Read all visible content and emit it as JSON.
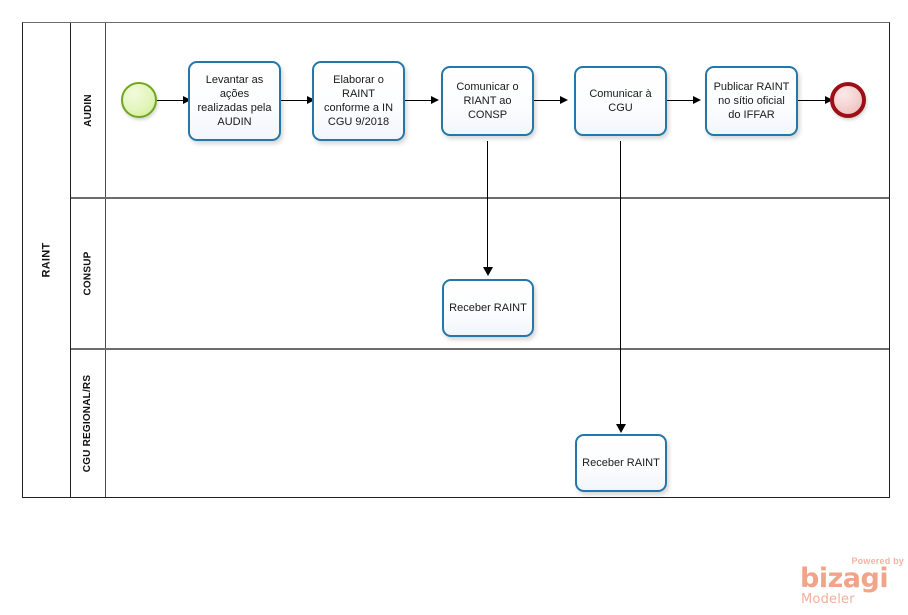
{
  "pool": {
    "label": "RAINT"
  },
  "lanes": [
    {
      "id": "audin",
      "label": "AUDIN"
    },
    {
      "id": "consup",
      "label": "CONSUP"
    },
    {
      "id": "cgu",
      "label": "CGU REGIONAL/RS"
    }
  ],
  "events": {
    "start": {
      "name": "start-event",
      "type": "start"
    },
    "end": {
      "name": "end-event",
      "type": "end"
    }
  },
  "tasks": [
    {
      "id": "t1",
      "lane": "audin",
      "label": "Levantar as ações realizadas pela AUDIN"
    },
    {
      "id": "t2",
      "lane": "audin",
      "label": "Elaborar o RAINT conforme a IN CGU 9/2018"
    },
    {
      "id": "t3",
      "lane": "audin",
      "label": "Comunicar o RIANT ao CONSP"
    },
    {
      "id": "t4",
      "lane": "audin",
      "label": "Comunicar à CGU"
    },
    {
      "id": "t5",
      "lane": "audin",
      "label": "Publicar RAINT no sítio oficial do IFFAR"
    },
    {
      "id": "t6",
      "lane": "consup",
      "label": "Receber RAINT"
    },
    {
      "id": "t7",
      "lane": "cgu",
      "label": "Receber RAINT"
    }
  ],
  "flows": [
    {
      "from": "start",
      "to": "t1"
    },
    {
      "from": "t1",
      "to": "t2"
    },
    {
      "from": "t2",
      "to": "t3"
    },
    {
      "from": "t3",
      "to": "t4"
    },
    {
      "from": "t4",
      "to": "t5"
    },
    {
      "from": "t5",
      "to": "end"
    },
    {
      "from": "t3",
      "to": "t6"
    },
    {
      "from": "t4",
      "to": "t7"
    }
  ],
  "watermark": {
    "powered": "Powered by",
    "brand": "bizagi",
    "product": "Modeler"
  },
  "colors": {
    "task_border": "#2477a8",
    "start_border": "#6fa81e",
    "end_border": "#9d0f17",
    "lane_divider": "#6d6d6d",
    "pool_border": "#202020",
    "connector": "#000000",
    "watermark": "#f0a489"
  }
}
